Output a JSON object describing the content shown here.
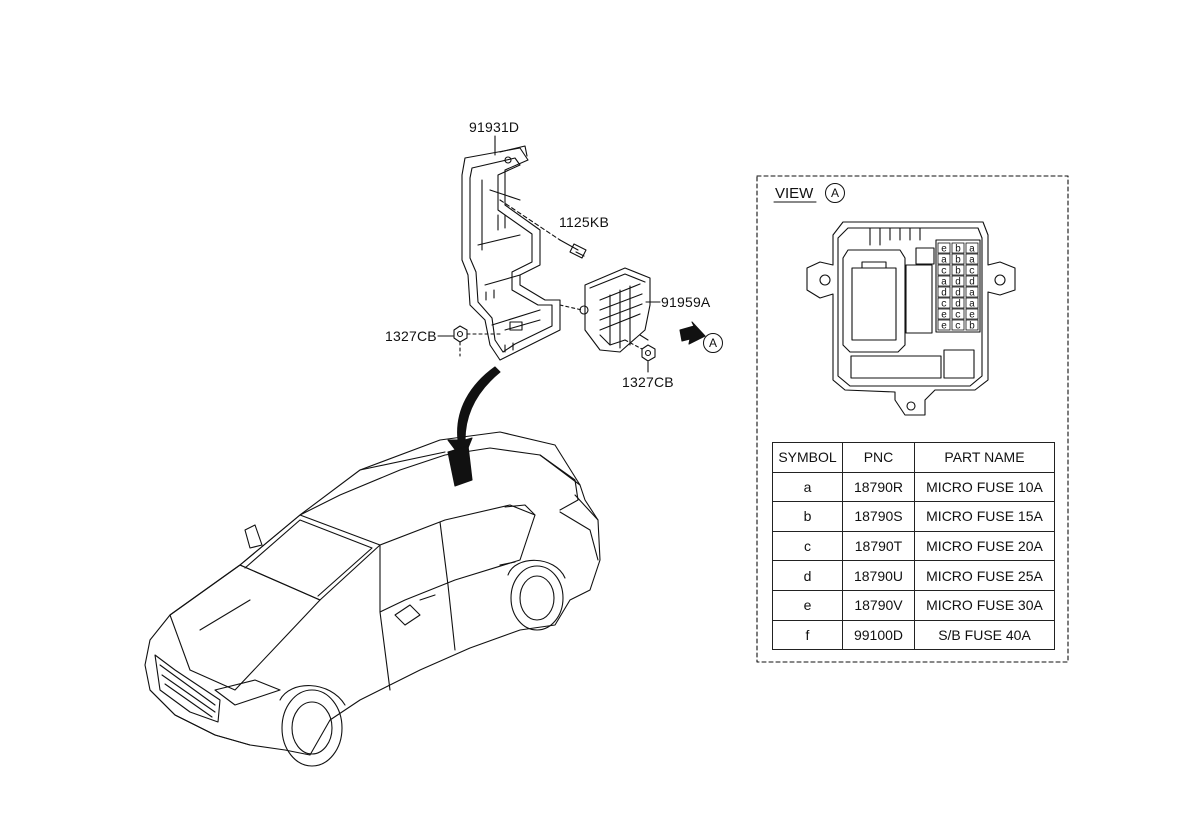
{
  "callouts": {
    "bracket": "91931D",
    "bolt": "1125KB",
    "nut_left": "1327CB",
    "junction_box": "91959A",
    "nut_right": "1327CB",
    "arrow_ref": "A"
  },
  "view": {
    "label": "VIEW",
    "ref": "A"
  },
  "fuse_table": {
    "headers": [
      "SYMBOL",
      "PNC",
      "PART NAME"
    ],
    "rows": [
      [
        "a",
        "18790R",
        "MICRO FUSE 10A"
      ],
      [
        "b",
        "18790S",
        "MICRO FUSE 15A"
      ],
      [
        "c",
        "18790T",
        "MICRO FUSE 20A"
      ],
      [
        "d",
        "18790U",
        "MICRO FUSE 25A"
      ],
      [
        "e",
        "18790V",
        "MICRO FUSE 30A"
      ],
      [
        "f",
        "99100D",
        "S/B FUSE 40A"
      ]
    ]
  },
  "fuse_letters": [
    "e",
    "b",
    "a",
    "a",
    "b",
    "a",
    "c",
    "b",
    "c",
    "a",
    "d",
    "d",
    "d",
    "d",
    "a",
    "c",
    "d",
    "a",
    "e",
    "c",
    "e",
    "e",
    "c",
    "b"
  ]
}
